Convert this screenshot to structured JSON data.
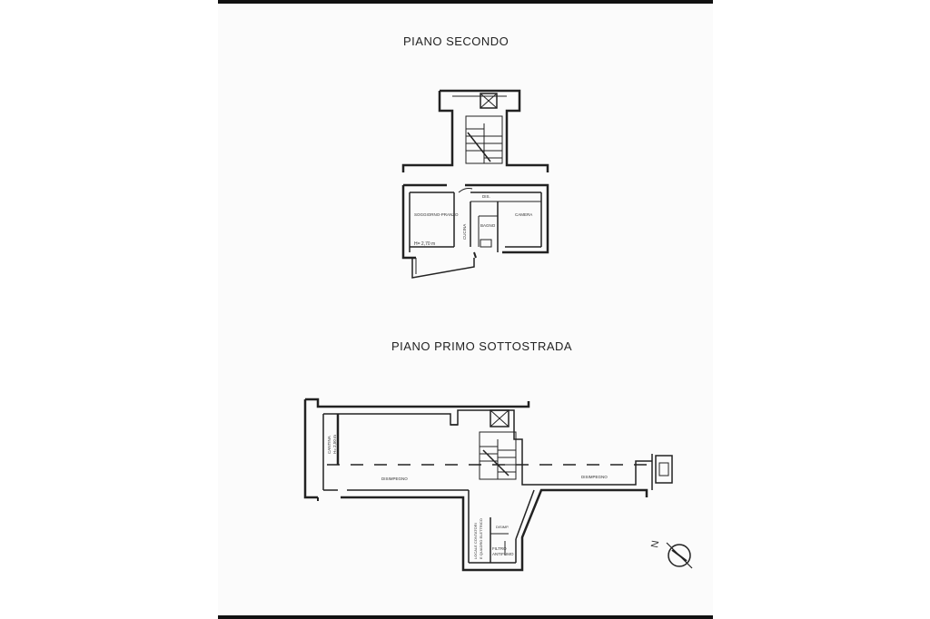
{
  "upper_plan": {
    "title": "PIANO SECONDO",
    "labels": {
      "soggiorno": "SOGGIORNO-PRANZO",
      "height": "H= 2,70 m",
      "dis": "DIS.",
      "bagno": "BAGNO",
      "camera": "CAMERA",
      "cucina": "CUCINA"
    }
  },
  "lower_plan": {
    "title": "PIANO PRIMO SOTTOSTRADA",
    "labels": {
      "cantina": "CANTINA",
      "cantina_height": "H= 2,50 m",
      "disimpegno_left": "DISIMPEGNO",
      "disimpegno_right": "DISIMPEGNO",
      "locale_line1": "LOCALE CONTATORI",
      "locale_line2": "E QUADRO ELETTRICO",
      "disimp": "DISIMP.",
      "filtro_line1": "FILTRO",
      "filtro_line2": "ANTIFUMO"
    }
  },
  "compass": {
    "north_label": "N"
  }
}
